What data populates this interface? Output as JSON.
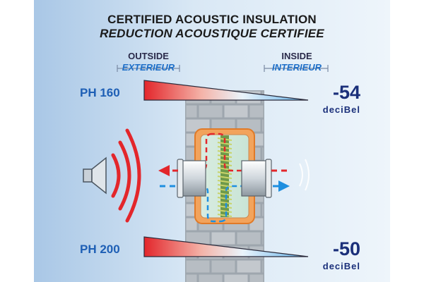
{
  "title": {
    "line1": "CERTIFIED ACOUSTIC INSULATION",
    "line2": "REDUCTION ACOUSTIQUE CERTIFIEE"
  },
  "outside": {
    "en": "OUTSIDE",
    "fr": "EXTERIEUR"
  },
  "inside": {
    "en": "INSIDE",
    "fr": "INTERIEUR"
  },
  "models": [
    {
      "name": "PH 160",
      "reduction": "-54",
      "unit": "deciBel"
    },
    {
      "name": "PH 200",
      "reduction": "-50",
      "unit": "deciBel"
    }
  ],
  "colors": {
    "outside_warm": "#e3262b",
    "inside_cool": "#1e8fe0",
    "wall": "#b9bfc6",
    "text_dark": "#1a2f7a",
    "text_blue": "#1e5fb5"
  },
  "icons": {
    "speaker": "speaker-icon",
    "sound_waves": "sound-waves-icon",
    "ventilator": "ventilation-unit-icon"
  }
}
